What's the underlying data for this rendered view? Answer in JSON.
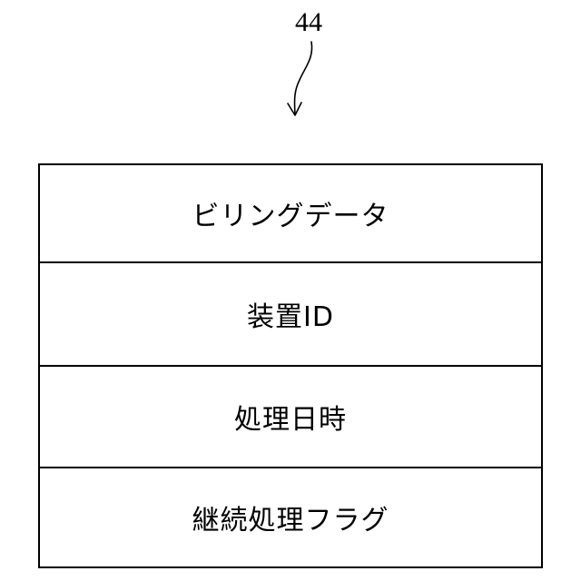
{
  "figure": {
    "reference_numeral": "44"
  },
  "table": {
    "rows": [
      {
        "label": "ビリングデータ"
      },
      {
        "label": "装置ID"
      },
      {
        "label": "処理日時"
      },
      {
        "label": "継続処理フラグ"
      }
    ]
  }
}
